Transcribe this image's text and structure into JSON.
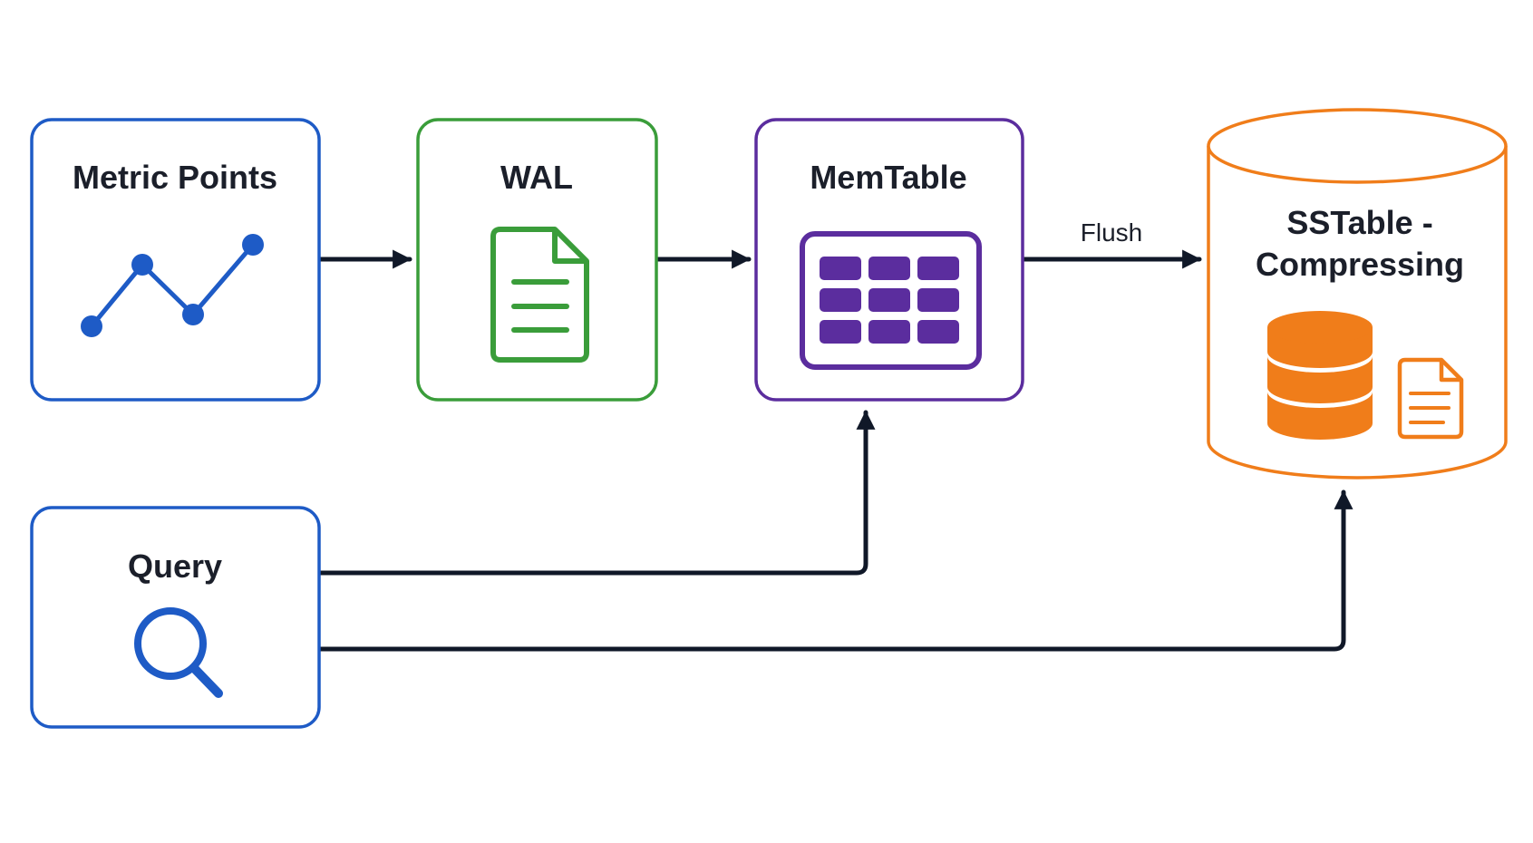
{
  "nodes": {
    "metric_points": {
      "title": "Metric Points",
      "icon": "line-chart-icon",
      "color": "#1e5bc6"
    },
    "wal": {
      "title": "WAL",
      "icon": "document-icon",
      "color": "#3a9d3a"
    },
    "memtable": {
      "title": "MemTable",
      "icon": "table-grid-icon",
      "color": "#5b2d9e"
    },
    "sstable": {
      "title_line1": "SSTable -",
      "title_line2": "Compressing",
      "icon": "database-icon",
      "secondary_icon": "document-icon",
      "color": "#f07d1a"
    },
    "query": {
      "title": "Query",
      "icon": "search-icon",
      "color": "#1e5bc6"
    }
  },
  "edges": [
    {
      "from": "Metric Points",
      "to": "WAL",
      "label": ""
    },
    {
      "from": "WAL",
      "to": "MemTable",
      "label": ""
    },
    {
      "from": "MemTable",
      "to": "SSTable - Compressing",
      "label": "Flush"
    },
    {
      "from": "Query",
      "to": "MemTable",
      "label": ""
    },
    {
      "from": "Query",
      "to": "SSTable - Compressing",
      "label": ""
    }
  ],
  "colors": {
    "arrow": "#101828",
    "text": "#1b1f2a"
  }
}
